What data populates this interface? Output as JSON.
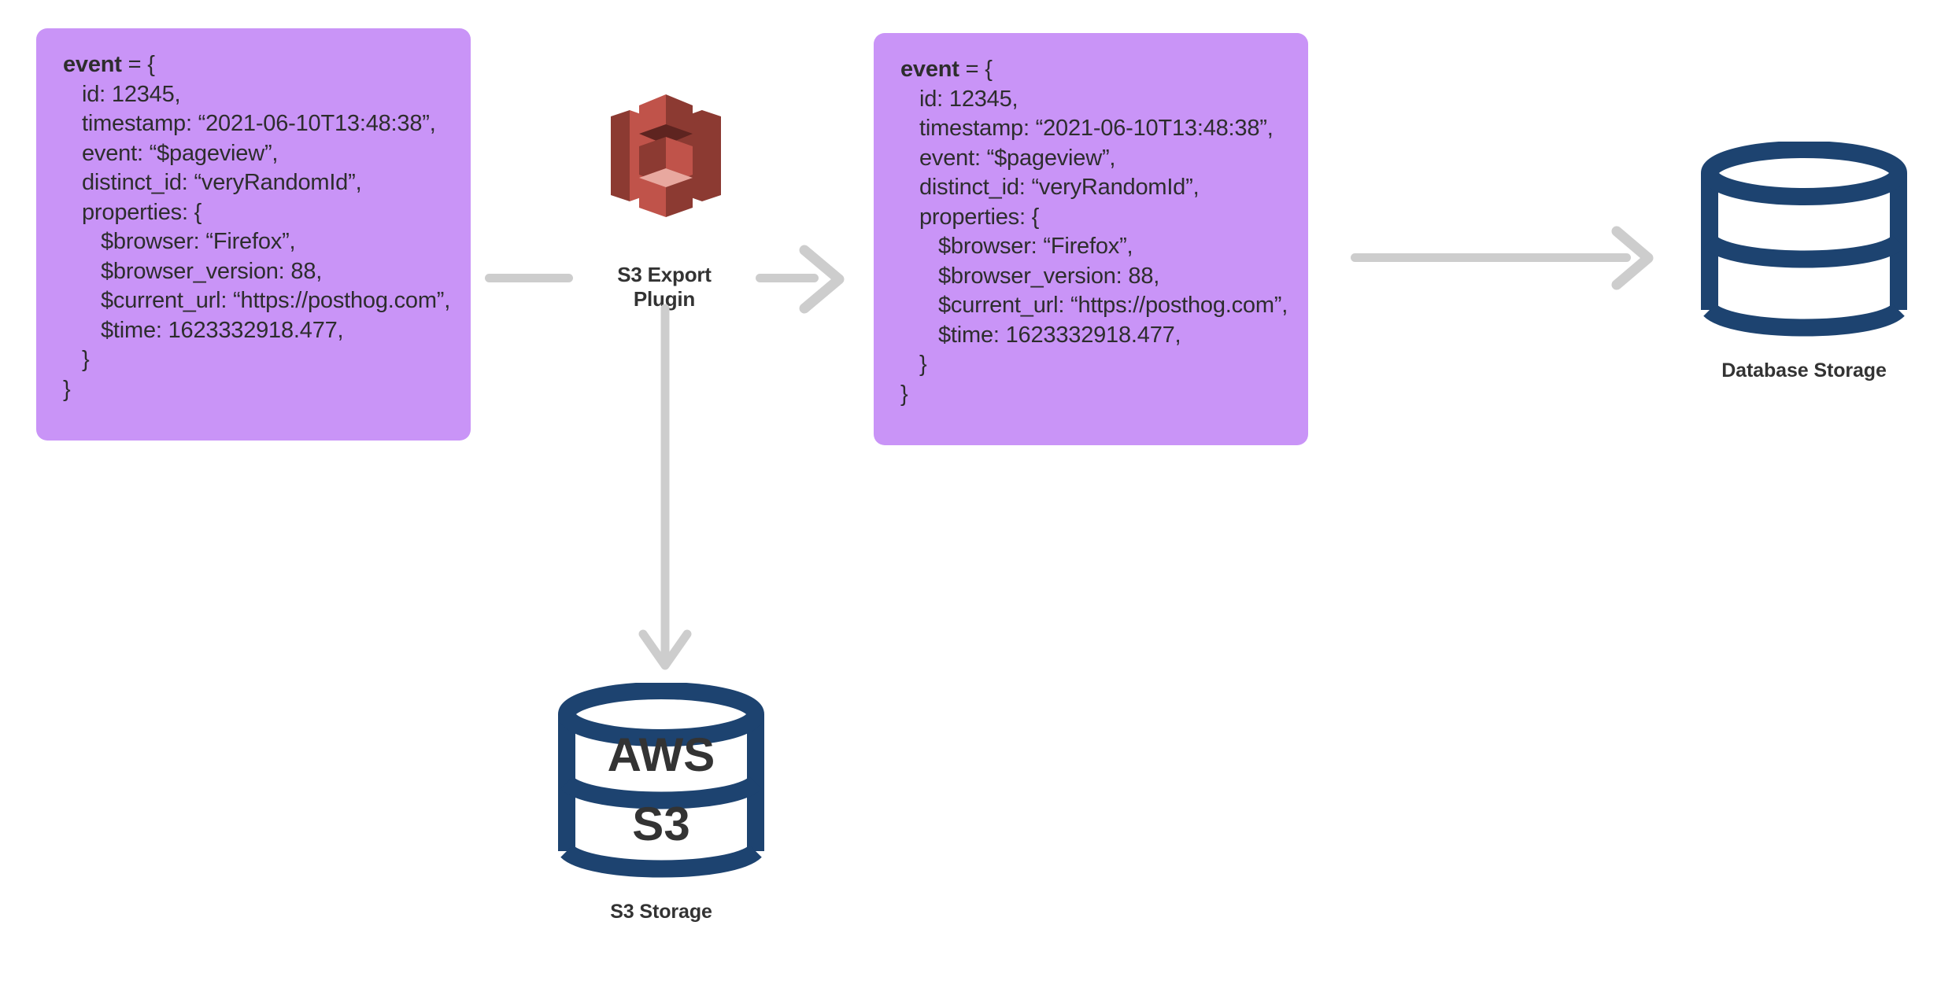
{
  "diagram": {
    "title": "PostHog S3 Export Plugin data flow",
    "colors": {
      "event_card_bg": "#c994f7",
      "arrow_gray": "#cdcdcd",
      "storage_navy": "#1d4370",
      "text_dark": "#2d2d2d",
      "s3_logo_light": "#c0534a",
      "s3_logo_dark": "#8c3a32",
      "s3_logo_highlight": "#e8a89f"
    }
  },
  "event_source": {
    "name": "source-event-payload",
    "lines": [
      {
        "text": "event = {",
        "indent": 0,
        "bold_prefix": "event"
      },
      {
        "text": "id: 12345,",
        "indent": 1
      },
      {
        "text": "timestamp: “2021-06-10T13:48:38”,",
        "indent": 1
      },
      {
        "text": "event: “$pageview”,",
        "indent": 1
      },
      {
        "text": "distinct_id: “veryRandomId”,",
        "indent": 1
      },
      {
        "text": "properties: {",
        "indent": 1
      },
      {
        "text": "$browser: “Firefox”,",
        "indent": 2
      },
      {
        "text": "$browser_version: 88,",
        "indent": 2
      },
      {
        "text": "$current_url: “https://posthog.com”,",
        "indent": 2
      },
      {
        "text": "$time: 1623332918.477,",
        "indent": 2
      },
      {
        "text": "}",
        "indent": 1
      },
      {
        "text": "}",
        "indent": 0
      }
    ]
  },
  "event_exported": {
    "name": "exported-event-payload",
    "lines": [
      {
        "text": "event = {",
        "indent": 0,
        "bold_prefix": "event"
      },
      {
        "text": "id: 12345,",
        "indent": 1
      },
      {
        "text": "timestamp: “2021-06-10T13:48:38”,",
        "indent": 1
      },
      {
        "text": "event: “$pageview”,",
        "indent": 1
      },
      {
        "text": "distinct_id: “veryRandomId”,",
        "indent": 1
      },
      {
        "text": "properties: {",
        "indent": 1
      },
      {
        "text": "$browser: “Firefox”,",
        "indent": 2
      },
      {
        "text": "$browser_version: 88,",
        "indent": 2
      },
      {
        "text": "$current_url: “https://posthog.com”,",
        "indent": 2
      },
      {
        "text": "$time: 1623332918.477,",
        "indent": 2
      },
      {
        "text": "}",
        "indent": 1
      },
      {
        "text": "}",
        "indent": 0
      }
    ]
  },
  "plugin": {
    "label": "S3 Export Plugin",
    "icon": "aws-s3-logo"
  },
  "s3_storage": {
    "caption": "S3 Storage",
    "band_top_text": "AWS",
    "band_bottom_text": "S3",
    "icon": "database-cylinder-icon"
  },
  "database_storage": {
    "caption": "Database Storage",
    "icon": "database-cylinder-icon"
  },
  "arrows": {
    "source_to_plugin": "arrow-source-to-plugin",
    "plugin_to_exported": "arrow-plugin-to-exported",
    "plugin_to_s3": "arrow-plugin-to-s3-storage",
    "exported_to_database": "arrow-exported-to-database"
  }
}
